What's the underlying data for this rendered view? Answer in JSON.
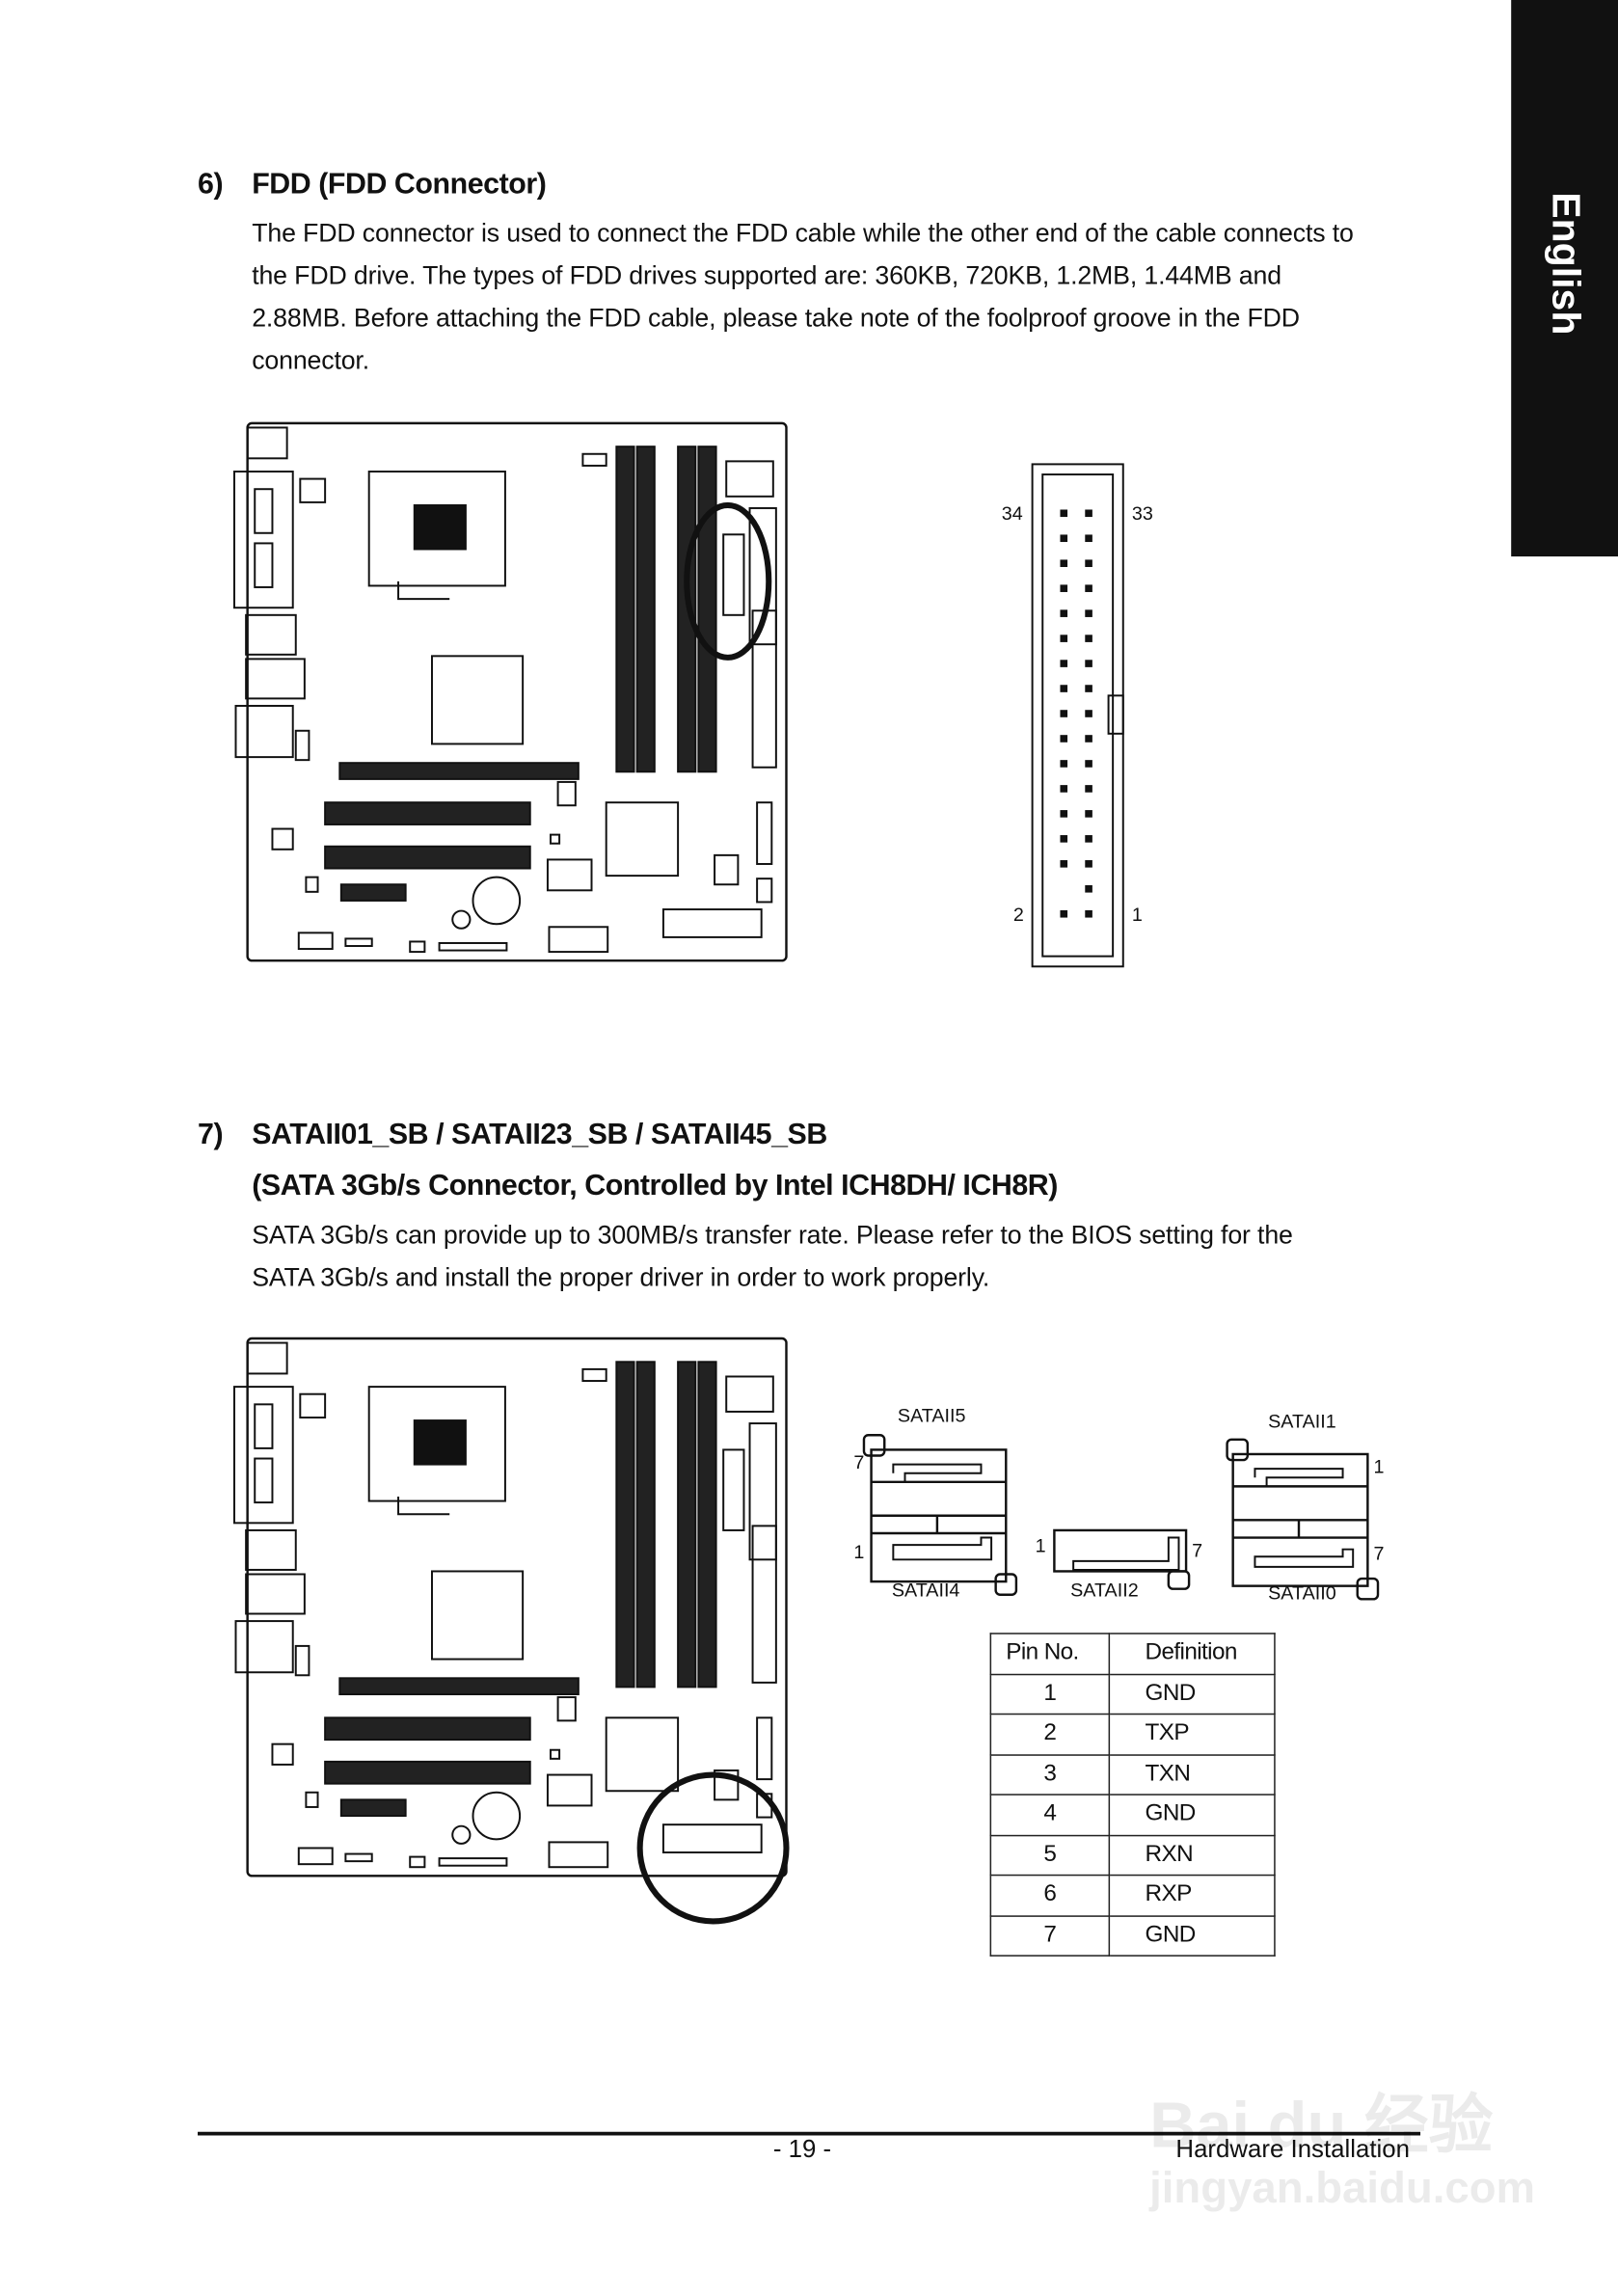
{
  "side_tab": {
    "label": "English"
  },
  "section6": {
    "number": "6)",
    "title": "FDD (FDD Connector)",
    "lines": [
      "The FDD connector is used to connect the FDD cable while the other end of the cable connects to",
      "the FDD drive. The types of FDD drives supported are: 360KB, 720KB, 1.2MB, 1.44MB and",
      "2.88MB. Before attaching the FDD cable, please take note of the foolproof groove in the FDD",
      "connector."
    ],
    "connector_pins": {
      "top_left": "34",
      "top_right": "33",
      "bottom_left": "2",
      "bottom_right": "1"
    }
  },
  "section7": {
    "number": "7)",
    "title": "SATAII01_SB / SATAII23_SB / SATAII45_SB",
    "subtitle": "(SATA 3Gb/s Connector, Controlled by Intel ICH8DH/ ICH8R)",
    "lines": [
      "SATA 3Gb/s can provide up to 300MB/s transfer rate. Please refer to the BIOS setting for the",
      "SATA 3Gb/s and install the proper driver in order to work properly."
    ],
    "sata_labels": {
      "p5": "SATAII5",
      "p4": "SATAII4",
      "p2": "SATAII2",
      "p1": "SATAII1",
      "p0": "SATAII0",
      "pin7": "7",
      "pin1": "1"
    },
    "table": {
      "headers": [
        "Pin No.",
        "Definition"
      ],
      "rows": [
        [
          "1",
          "GND"
        ],
        [
          "2",
          "TXP"
        ],
        [
          "3",
          "TXN"
        ],
        [
          "4",
          "GND"
        ],
        [
          "5",
          "RXN"
        ],
        [
          "6",
          "RXP"
        ],
        [
          "7",
          "GND"
        ]
      ]
    }
  },
  "footer": {
    "page": "- 19 -",
    "section": "Hardware Installation"
  },
  "watermark": {
    "brand": "Bai du 经验",
    "url": "jingyan.baidu.com"
  }
}
